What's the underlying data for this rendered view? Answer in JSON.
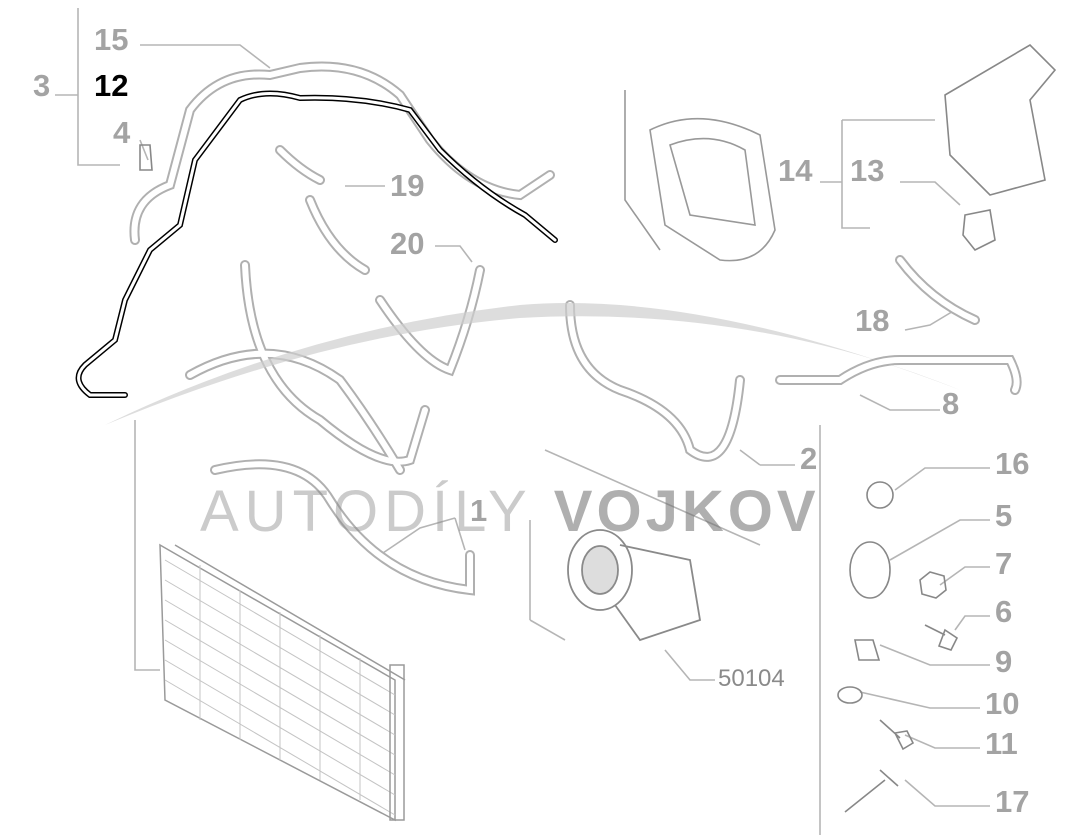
{
  "diagram": {
    "callouts": {
      "p15": "15",
      "p12": "12",
      "p3": "3",
      "p4": "4",
      "p19": "19",
      "p20": "20",
      "p14": "14",
      "p13": "13",
      "p18": "18",
      "p8": "8",
      "p2": "2",
      "p16": "16",
      "p5": "5",
      "p7": "7",
      "p6": "6",
      "p9": "9",
      "p10": "10",
      "p11": "11",
      "p17": "17",
      "p1": "1",
      "p50104": "50104"
    },
    "highlighted_part": "12",
    "watermark": {
      "part1": "AUTODÍLY",
      "part2": "VOJKOV"
    },
    "colors": {
      "label": "#a3a3a3",
      "highlight": "#000000",
      "line": "#b5b5b5"
    }
  }
}
